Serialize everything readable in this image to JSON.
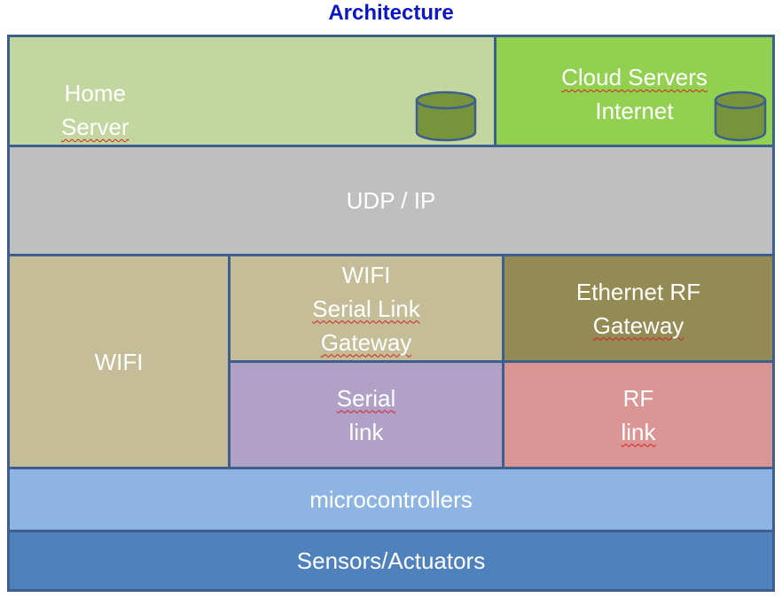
{
  "title": "Architecture",
  "layers": {
    "home_server": {
      "label": "Home Server",
      "color": "#c4d6a0",
      "icon": "database-icon"
    },
    "cloud_servers": {
      "line1": "Cloud Servers",
      "line2": "Internet",
      "color": "#92d050",
      "icon": "database-icon"
    },
    "udp_ip": {
      "label": "UDP / IP",
      "color": "#bfbfbf"
    },
    "wifi": {
      "label": "WIFI",
      "color": "#c4bd97"
    },
    "wifi_serial_gateway": {
      "line1": "WIFI Serial Link",
      "line2": "Gateway",
      "color": "#c4bd97"
    },
    "ethernet_rf_gateway": {
      "line1": "Ethernet RF",
      "line2": "Gateway",
      "color": "#948a54"
    },
    "serial_link": {
      "label": "Serial link",
      "color": "#b2a1c7"
    },
    "rf_link": {
      "label": "RF link",
      "color": "#d99694"
    },
    "microcontrollers": {
      "label": "microcontrollers",
      "color": "#8eb4e3"
    },
    "sensors_actuators": {
      "label": "Sensors/Actuators",
      "color": "#4f81bd"
    }
  },
  "colors": {
    "title": "#0b17c4",
    "border": "#3d5f8e",
    "database": "#77933c"
  }
}
